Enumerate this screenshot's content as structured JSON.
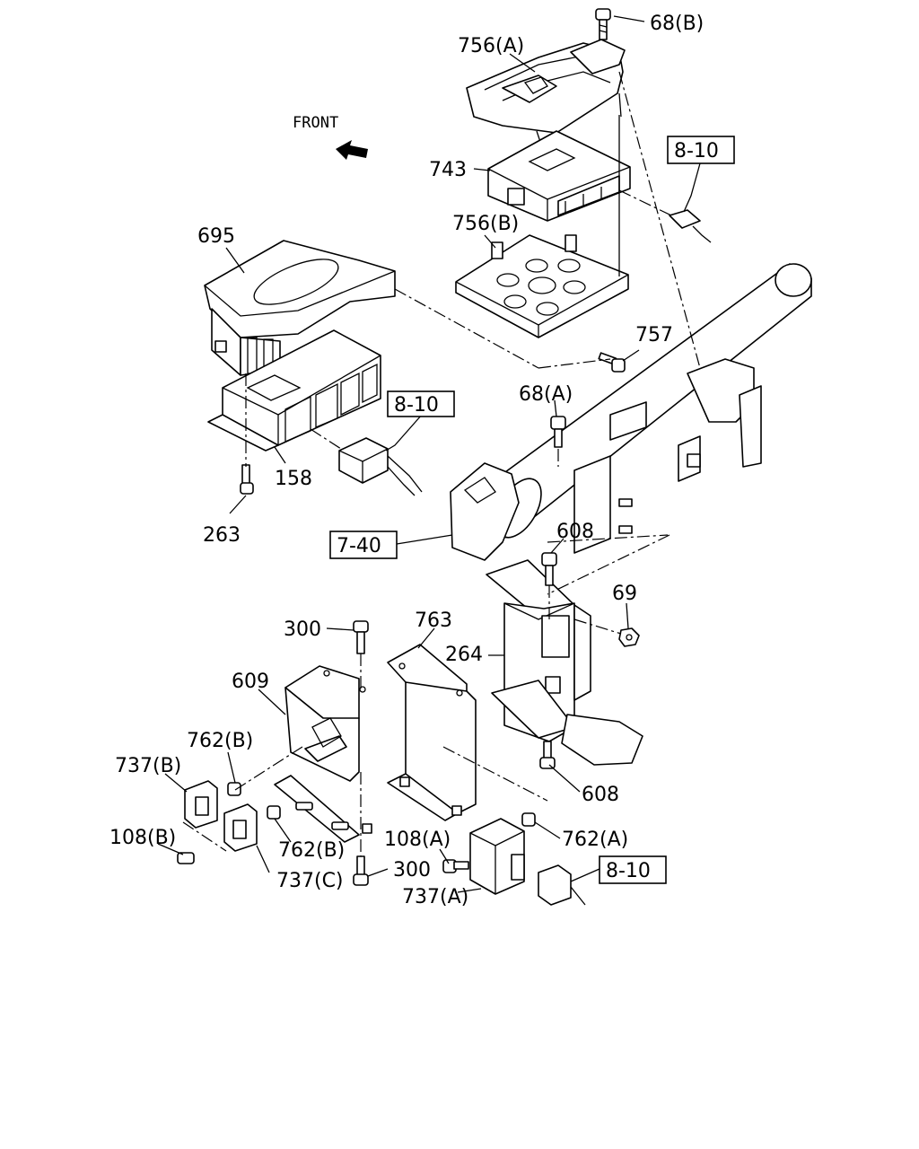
{
  "front_label": "FRONT",
  "labels": {
    "l68b": "68(B)",
    "l756a": "756(A)",
    "l743": "743",
    "l810a": "8-10",
    "l756b": "756(B)",
    "l695": "695",
    "l757": "757",
    "l68a": "68(A)",
    "l810b": "8-10",
    "l158": "158",
    "l263": "263",
    "l740": "7-40",
    "l608a": "608",
    "l69": "69",
    "l300a": "300",
    "l763": "763",
    "l264": "264",
    "l609": "609",
    "l762b1": "762(B)",
    "l737b": "737(B)",
    "l108b": "108(B)",
    "l762b2": "762(B)",
    "l737c": "737(C)",
    "l108a": "108(A)",
    "l300b": "300",
    "l762a": "762(A)",
    "l737a": "737(A)",
    "l608b": "608",
    "l810c": "8-10"
  }
}
